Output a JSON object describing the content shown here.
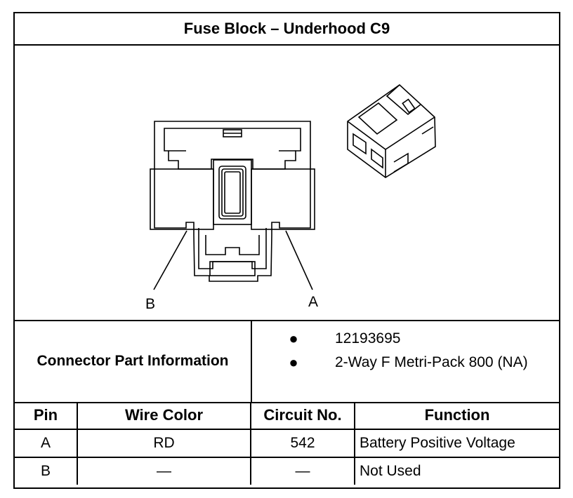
{
  "title": "Fuse Block – Underhood C9",
  "drawing": {
    "callouts": [
      "B",
      "A"
    ],
    "icon": "two-way-connector-face-view"
  },
  "connector_info": {
    "label": "Connector Part Information",
    "items": [
      "12193695",
      "2-Way F Metri-Pack 800 (NA)"
    ]
  },
  "pin_table": {
    "headers": [
      "Pin",
      "Wire Color",
      "Circuit No.",
      "Function"
    ],
    "rows": [
      {
        "pin": "A",
        "wire_color": "RD",
        "circuit": "542",
        "function": "Battery Positive Voltage"
      },
      {
        "pin": "B",
        "wire_color": "—",
        "circuit": "—",
        "function": "Not Used"
      }
    ]
  }
}
